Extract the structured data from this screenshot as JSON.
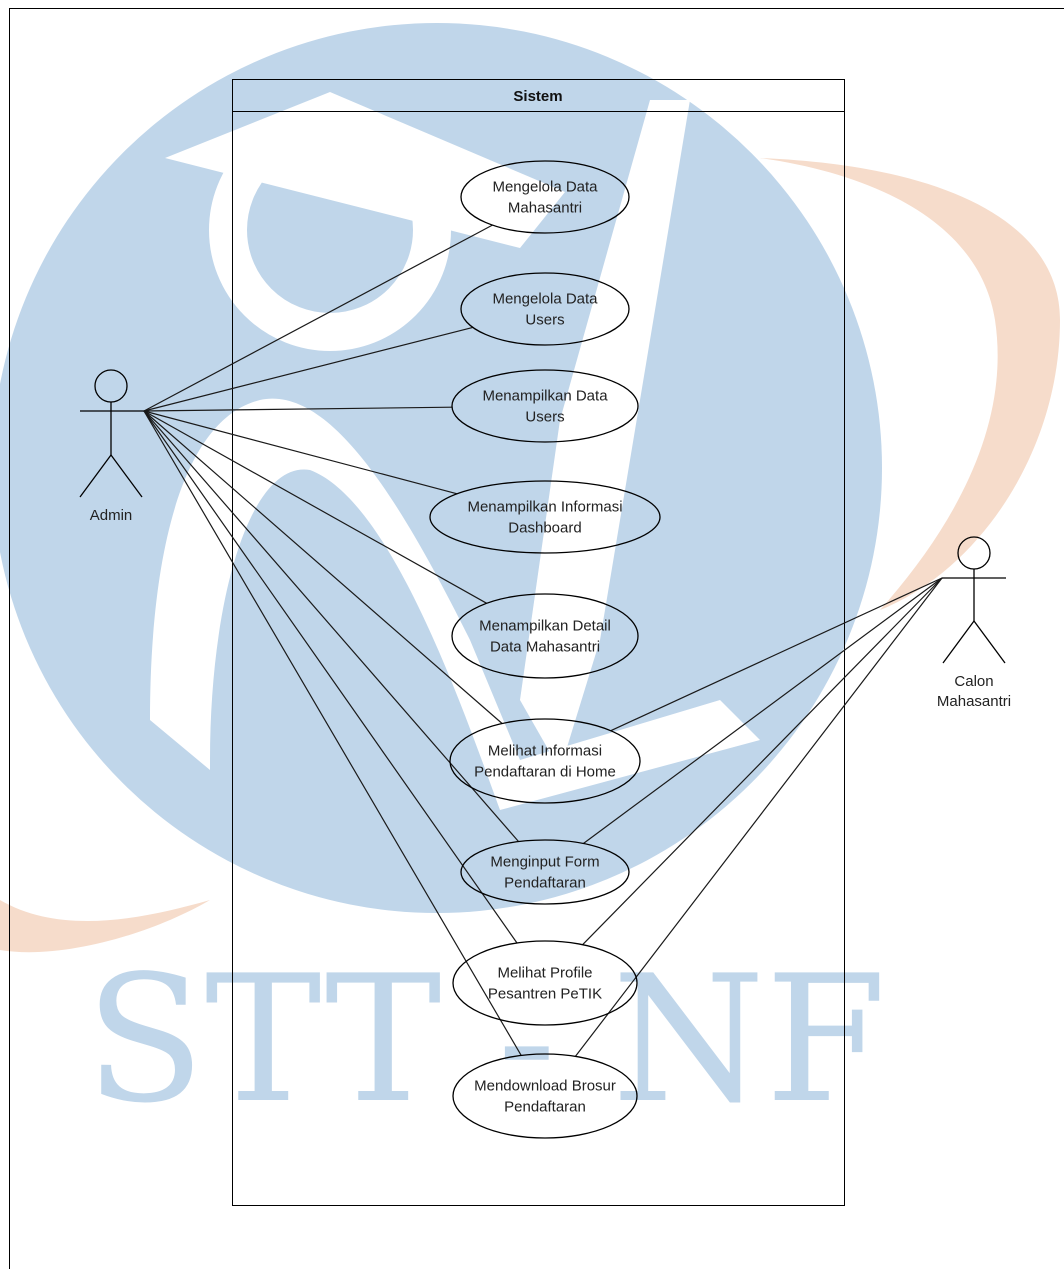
{
  "system": {
    "title": "Sistem"
  },
  "actors": [
    {
      "id": "admin",
      "name": "Admin"
    },
    {
      "id": "calon",
      "name_lines": [
        "Calon",
        "Mahasantri"
      ]
    }
  ],
  "use_cases": [
    {
      "id": "uc1",
      "lines": [
        "Mengelola Data",
        "Mahasantri"
      ]
    },
    {
      "id": "uc2",
      "lines": [
        "Mengelola Data",
        "Users"
      ]
    },
    {
      "id": "uc3",
      "lines": [
        "Menampilkan Data",
        "Users"
      ]
    },
    {
      "id": "uc4",
      "lines": [
        "Menampilkan Informasi",
        "Dashboard"
      ]
    },
    {
      "id": "uc5",
      "lines": [
        "Menampilkan Detail",
        "Data Mahasantri"
      ]
    },
    {
      "id": "uc6",
      "lines": [
        "Melihat Informasi",
        "Pendaftaran di Home"
      ]
    },
    {
      "id": "uc7",
      "lines": [
        "Menginput Form",
        "Pendaftaran"
      ]
    },
    {
      "id": "uc8",
      "lines": [
        "Melihat Profile",
        "Pesantren PeTIK"
      ]
    },
    {
      "id": "uc9",
      "lines": [
        "Mendownload Brosur",
        "Pendaftaran"
      ]
    }
  ],
  "associations": {
    "admin": [
      "uc1",
      "uc2",
      "uc3",
      "uc4",
      "uc5",
      "uc6",
      "uc7",
      "uc8",
      "uc9"
    ],
    "calon": [
      "uc6",
      "uc7",
      "uc8",
      "uc9"
    ]
  },
  "watermark": {
    "text": "STT - NF",
    "colors": {
      "blue": "#c0d6ea",
      "orange": "#f6dccb"
    }
  }
}
